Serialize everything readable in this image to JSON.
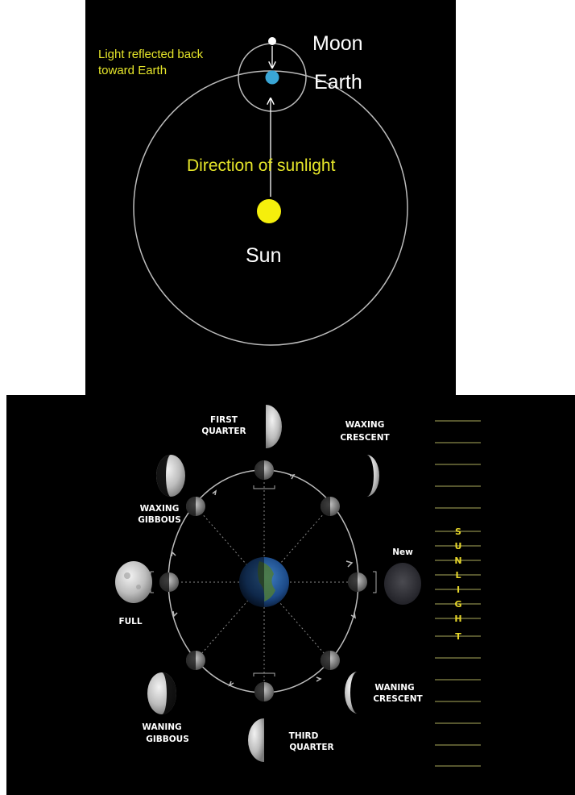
{
  "top_panel": {
    "labels": {
      "moon": "Moon",
      "earth": "Earth",
      "sun": "Sun",
      "sunlight_direction": "Direction of sunlight",
      "reflected_line1": "Light reflected back",
      "reflected_line2": "toward Earth"
    },
    "colors": {
      "background": "#000000",
      "sun": "#f5ef0c",
      "earth": "#3aa6d6",
      "moon": "#ffffff",
      "accent_text": "#e6e62a",
      "orbit": "#bbbbbb"
    }
  },
  "bottom_panel": {
    "phases": {
      "first_quarter": [
        "FIRST",
        "QUARTER"
      ],
      "waxing_crescent": [
        "WAXING",
        "CRESCENT"
      ],
      "waxing_gibbous": [
        "WAXING",
        "GIBBOUS"
      ],
      "new": "New",
      "full": "FULL",
      "waning_gibbous": [
        "WANING",
        "GIBBOUS"
      ],
      "waning_crescent": [
        "WANING",
        "CRESCENT"
      ],
      "third_quarter": [
        "THIRD",
        "QUARTER"
      ]
    },
    "sunlight_letters": [
      "S",
      "U",
      "N",
      "L",
      "I",
      "G",
      "H",
      "T"
    ],
    "colors": {
      "background": "#000000",
      "sunlight_text": "#e6d62a",
      "ray": "#8a8a4a",
      "earth_ocean": "#1f4f8a",
      "moon": "#c8c8c8"
    }
  }
}
